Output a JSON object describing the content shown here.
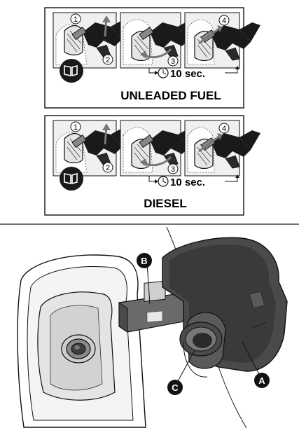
{
  "labels": {
    "top": {
      "title": "UNLEADED FUEL",
      "step1": "1",
      "step2": "2",
      "step3": "3",
      "step4": "4",
      "timer": "10 sec."
    },
    "bottom": {
      "title": "DIESEL",
      "step1": "1",
      "step2": "2",
      "step3": "3",
      "step4": "4",
      "timer": "10 sec."
    },
    "callouts": {
      "a": "A",
      "b": "B",
      "c": "C"
    }
  },
  "icons": {
    "manual": "book-icon",
    "timer": "clock-icon"
  },
  "colors": {
    "ink": "#111111",
    "panel_bg": "#eeeeee",
    "cap_dark": "#3f3f3f",
    "cap_mid": "#6a6a6a",
    "cap_light": "#9a9a9a",
    "housing": "#dadada"
  }
}
